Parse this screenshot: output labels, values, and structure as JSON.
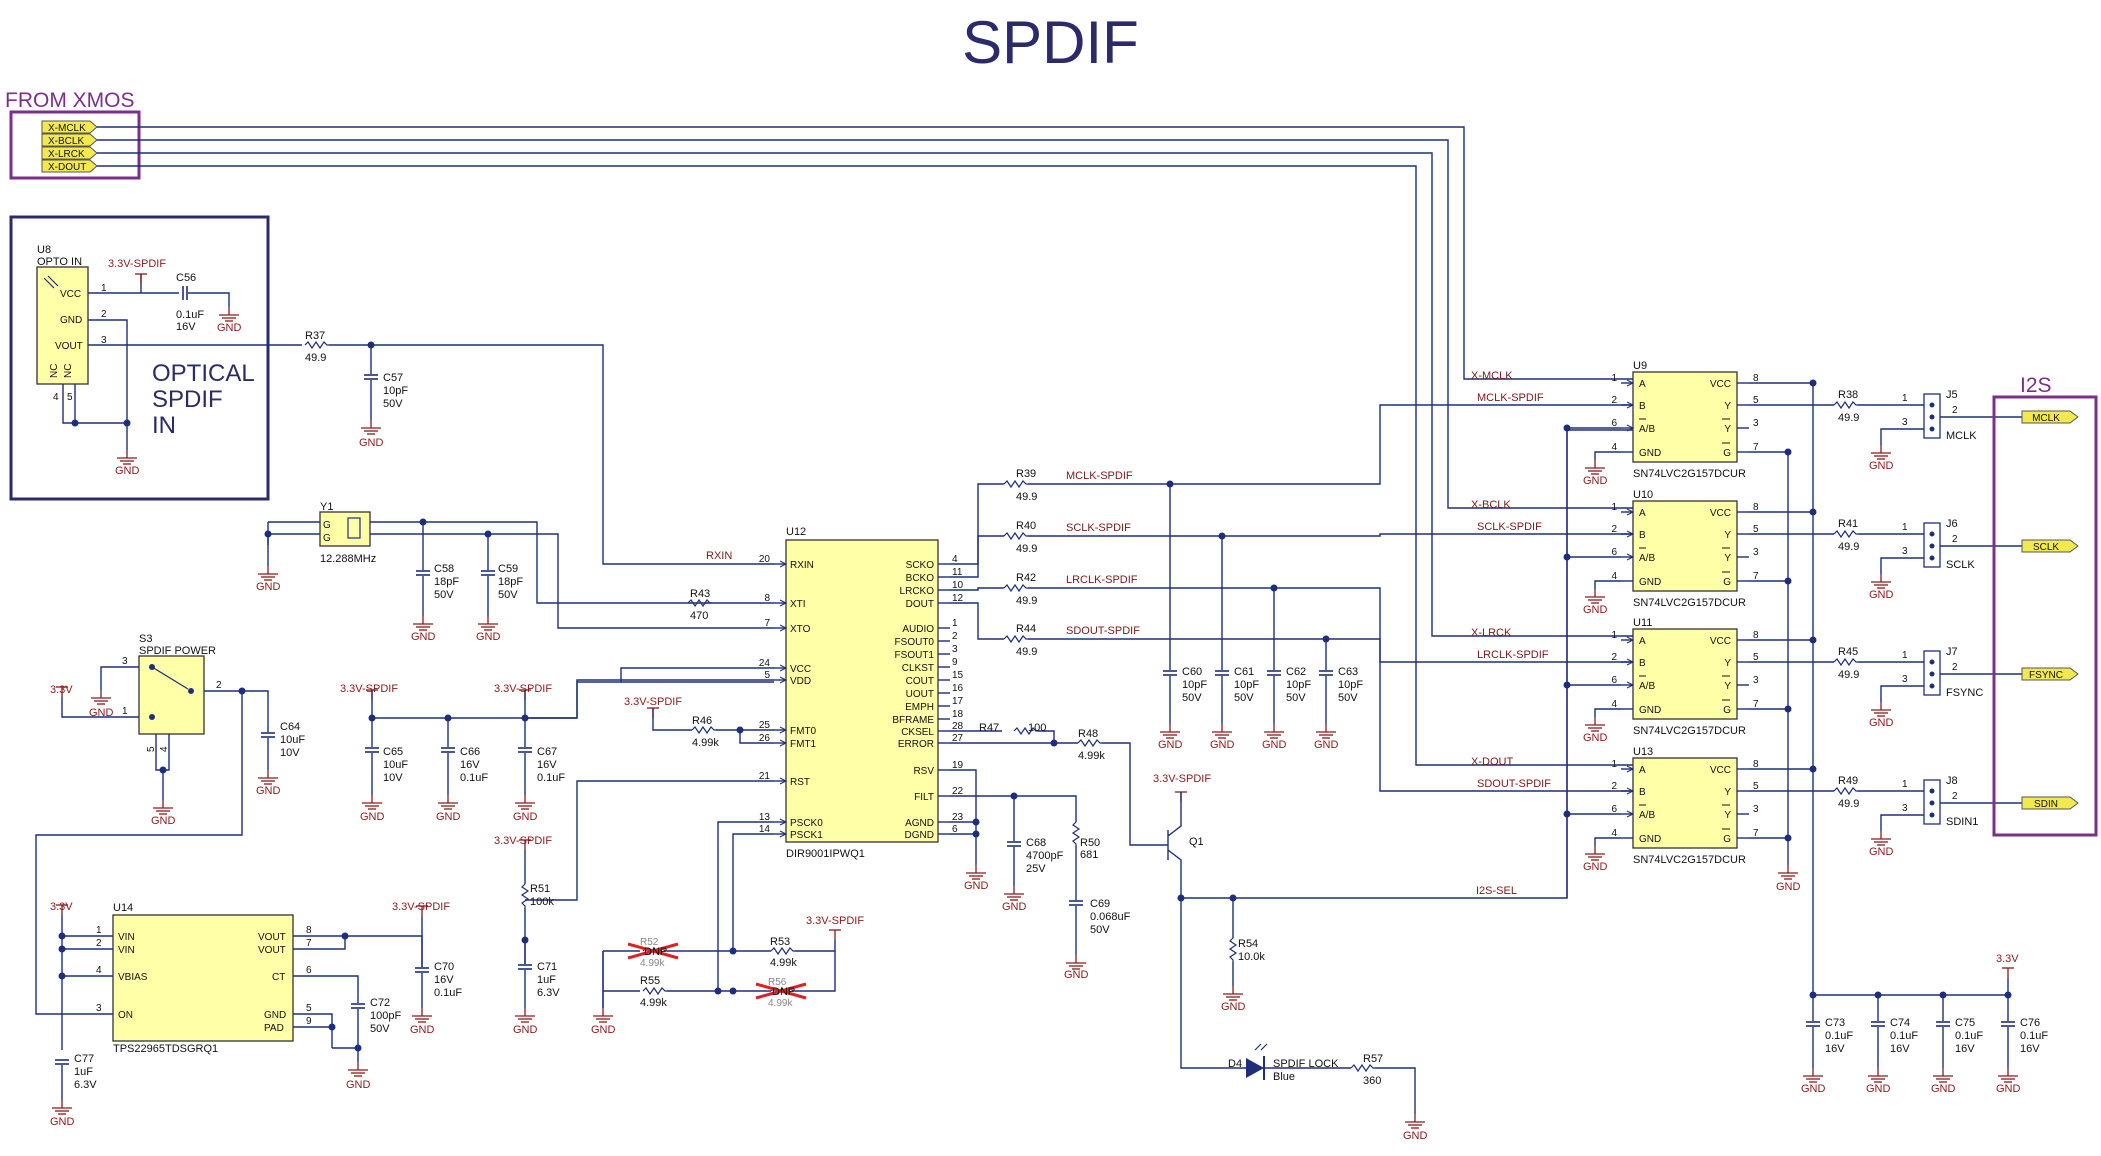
{
  "title": "SPDIF",
  "headers": {
    "from_xmos": "FROM XMOS",
    "i2s": "I2S"
  },
  "xmos_flags": [
    "X-MCLK",
    "X-BCLK",
    "X-LRCK",
    "X-DOUT"
  ],
  "i2s_flags": [
    "MCLK",
    "SCLK",
    "FSYNC",
    "SDIN"
  ],
  "optical_label": [
    "OPTICAL",
    "SPDIF",
    "IN"
  ],
  "power_labels": {
    "p33_spdif": "3.3V-SPDIF",
    "p33": "3.3V",
    "gnd": "GND"
  },
  "u8": {
    "ref": "U8",
    "name": "OPTO IN",
    "pins": [
      "VCC",
      "GND",
      "VOUT",
      "NC",
      "NC"
    ],
    "nums": [
      "1",
      "2",
      "3",
      "4",
      "5"
    ]
  },
  "u12": {
    "ref": "U12",
    "part": "DIR9001IPWQ1",
    "left_pins": [
      "RXIN",
      "XTI",
      "XTO",
      "VCC",
      "VDD",
      "FMT0",
      "FMT1",
      "RST",
      "PSCK0",
      "PSCK1"
    ],
    "left_nums": [
      "20",
      "8",
      "7",
      "24",
      "5",
      "25",
      "26",
      "21",
      "13",
      "14"
    ],
    "right_pins": [
      "SCKO",
      "BCKO",
      "LRCKO",
      "DOUT",
      "AUDIO",
      "FSOUT0",
      "FSOUT1",
      "CLKST",
      "COUT",
      "UOUT",
      "EMPH",
      "BFRAME",
      "CKSEL",
      "ERROR",
      "RSV",
      "FILT",
      "AGND",
      "DGND"
    ],
    "right_nums": [
      "4",
      "11",
      "10",
      "12",
      "1",
      "2",
      "3",
      "9",
      "15",
      "16",
      "17",
      "18",
      "28",
      "27",
      "19",
      "22",
      "23",
      "6"
    ]
  },
  "muxes": [
    {
      "ref": "U9",
      "part": "SN74LVC2G157DCUR",
      "in_a": "X-MCLK",
      "in_b": "MCLK-SPDIF",
      "jack": "J5",
      "jack_label": "MCLK",
      "res": "R38",
      "res_val": "49.9"
    },
    {
      "ref": "U10",
      "part": "SN74LVC2G157DCUR",
      "in_a": "X-BCLK",
      "in_b": "SCLK-SPDIF",
      "jack": "J6",
      "jack_label": "SCLK",
      "res": "R41",
      "res_val": "49.9"
    },
    {
      "ref": "U11",
      "part": "SN74LVC2G157DCUR",
      "in_a": "X-LRCK",
      "in_b": "LRCLK-SPDIF",
      "jack": "J7",
      "jack_label": "FSYNC",
      "res": "R45",
      "res_val": "49.9"
    },
    {
      "ref": "U13",
      "part": "SN74LVC2G157DCUR",
      "in_a": "X-DOUT",
      "in_b": "SDOUT-SPDIF",
      "jack": "J8",
      "jack_label": "SDIN1",
      "res": "R49",
      "res_val": "49.9"
    }
  ],
  "mux_pins": {
    "left": [
      "A",
      "B",
      "A/B",
      "GND"
    ],
    "left_nums": [
      "1",
      "2",
      "6",
      "4"
    ],
    "right": [
      "VCC",
      "Y",
      "Y",
      "G"
    ],
    "right_nums": [
      "8",
      "5",
      "3",
      "7"
    ]
  },
  "spdif_nets": [
    {
      "res": "R39",
      "val": "49.9",
      "net": "MCLK-SPDIF"
    },
    {
      "res": "R40",
      "val": "49.9",
      "net": "SCLK-SPDIF"
    },
    {
      "res": "R42",
      "val": "49.9",
      "net": "LRCLK-SPDIF"
    },
    {
      "res": "R44",
      "val": "49.9",
      "net": "SDOUT-SPDIF"
    }
  ],
  "filter_caps": [
    {
      "ref": "C60",
      "v1": "10pF",
      "v2": "50V"
    },
    {
      "ref": "C61",
      "v1": "10pF",
      "v2": "50V"
    },
    {
      "ref": "C62",
      "v1": "10pF",
      "v2": "50V"
    },
    {
      "ref": "C63",
      "v1": "10pF",
      "v2": "50V"
    }
  ],
  "decoupling_caps": [
    {
      "ref": "C73",
      "v1": "0.1uF",
      "v2": "16V"
    },
    {
      "ref": "C74",
      "v1": "0.1uF",
      "v2": "16V"
    },
    {
      "ref": "C75",
      "v1": "0.1uF",
      "v2": "16V"
    },
    {
      "ref": "C76",
      "v1": "0.1uF",
      "v2": "16V"
    }
  ],
  "parts": {
    "c56": [
      "C56",
      "0.1uF",
      "16V"
    ],
    "r37": [
      "R37",
      "49.9"
    ],
    "c57": [
      "C57",
      "10pF",
      "50V"
    ],
    "y1": [
      "Y1",
      "12.288MHz",
      "G",
      "G"
    ],
    "c58": [
      "C58",
      "18pF",
      "50V"
    ],
    "c59": [
      "C59",
      "18pF",
      "50V"
    ],
    "r43": [
      "R43",
      "470"
    ],
    "s3": [
      "S3",
      "SPDIF POWER"
    ],
    "c64": [
      "C64",
      "10uF",
      "10V"
    ],
    "c65": [
      "C65",
      "10uF",
      "10V"
    ],
    "c66": [
      "C66",
      "16V",
      "0.1uF"
    ],
    "c67": [
      "C67",
      "16V",
      "0.1uF"
    ],
    "r46": [
      "R46",
      "4.99k"
    ],
    "r47": [
      "R47",
      "100"
    ],
    "r48": [
      "R48",
      "4.99k"
    ],
    "c68": [
      "C68",
      "4700pF",
      "25V"
    ],
    "r50": [
      "R50",
      "681"
    ],
    "c69": [
      "C69",
      "0.068uF",
      "50V"
    ],
    "r51": [
      "R51",
      "100k"
    ],
    "c71": [
      "C71",
      "1uF",
      "6.3V"
    ],
    "r52": [
      "R52",
      "DNP",
      "4.99k"
    ],
    "r53": [
      "R53",
      "4.99k"
    ],
    "r55": [
      "R55",
      "4.99k"
    ],
    "r56": [
      "R56",
      "DNP",
      "4.99k"
    ],
    "q1": [
      "Q1"
    ],
    "r54": [
      "R54",
      "10.0k"
    ],
    "d4": [
      "D4",
      "SPDIF LOCK",
      "Blue"
    ],
    "r57": [
      "R57",
      "360"
    ],
    "i2s_sel": [
      "I2S-SEL"
    ],
    "u14": [
      "U14",
      "TPS22965TDSGRQ1"
    ],
    "u14_left": [
      "VIN",
      "VIN",
      "VBIAS",
      "ON"
    ],
    "u14_left_nums": [
      "1",
      "2",
      "4",
      "3"
    ],
    "u14_right": [
      "VOUT",
      "VOUT",
      "CT",
      "GND",
      "PAD"
    ],
    "u14_right_nums": [
      "8",
      "7",
      "6",
      "5",
      "9"
    ],
    "c70": [
      "C70",
      "16V",
      "0.1uF"
    ],
    "c72": [
      "C72",
      "100pF",
      "50V"
    ],
    "c77": [
      "C77",
      "1uF",
      "6.3V"
    ]
  },
  "colors": {
    "wire": "#1d2f7a",
    "ic_fill": "#ffffa8",
    "header": "#7b2f8a",
    "title": "#2b2b6b",
    "power": "#8b1a1a",
    "flag_fill": "#f2e94e"
  }
}
